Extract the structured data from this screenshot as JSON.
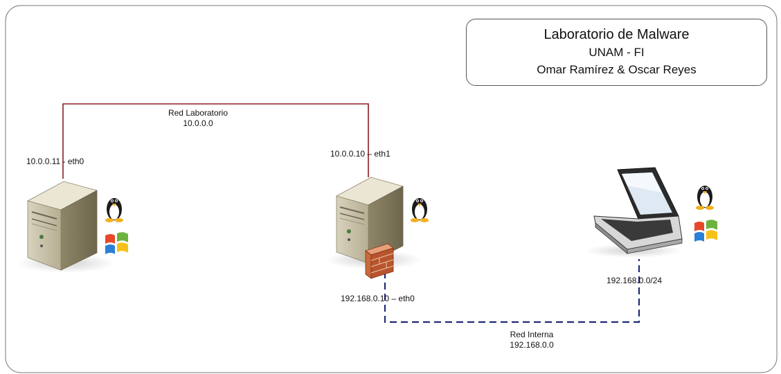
{
  "title": {
    "line1": "Laboratorio de Malware",
    "line2": "UNAM - FI",
    "line3": "Omar Ramírez & Oscar Reyes"
  },
  "networks": {
    "lab": {
      "name": "Red Laboratorio",
      "address": "10.0.0.0"
    },
    "internal": {
      "name": "Red Interna",
      "address": "192.168.0.0"
    }
  },
  "interfaces": {
    "server_left_eth0": "10.0.0.11 - eth0",
    "gateway_eth1": "10.0.0.10 – eth1",
    "gateway_eth0": "192.168.0.10 – eth0",
    "laptop": "192.168.0.0/24"
  },
  "colors": {
    "lab_link": "#8b1c24",
    "internal_link": "#1f2a7a",
    "frame": "#777777"
  },
  "icons": [
    "server-icon",
    "linux-tux-icon",
    "windows-flag-icon",
    "firewall-icon",
    "laptop-icon"
  ]
}
